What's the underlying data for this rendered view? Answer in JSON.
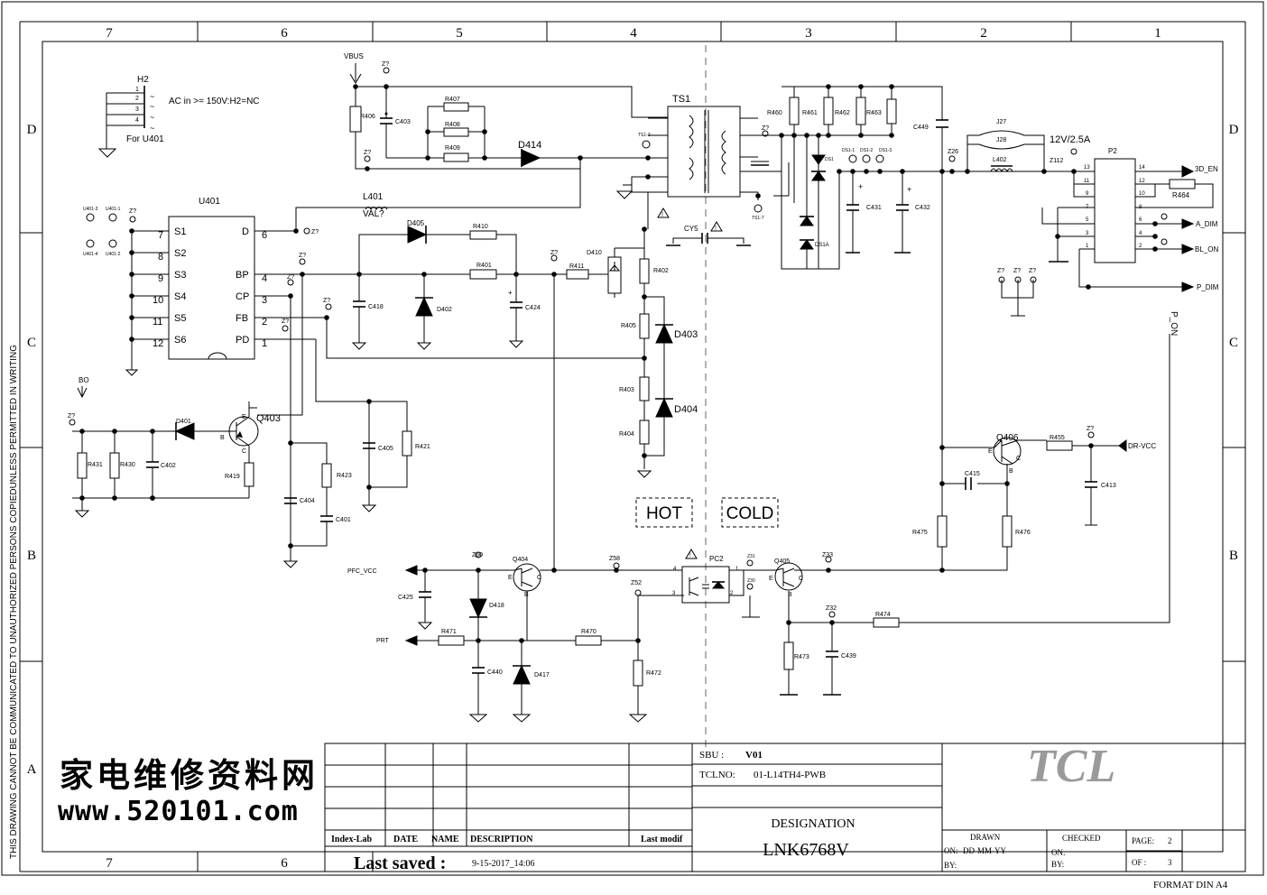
{
  "frame": {
    "columns": [
      "7",
      "6",
      "5",
      "4",
      "3",
      "2",
      "1"
    ],
    "rows": [
      "D",
      "C",
      "B",
      "A"
    ],
    "side_note": "THIS DRAWING CANNOT BE COMMUNICATED TO UNAUTHORIZED PERSONS COPIEDUNLESS  PERMITTED IN WRITING"
  },
  "zones": {
    "hot": "HOT",
    "cold": "COLD"
  },
  "notes": {
    "h2_note": "AC in >= 150V:H2=NC",
    "h2_for": "For U401",
    "l401_val": "VAL?"
  },
  "connector_h2": {
    "ref": "H2",
    "pins": [
      "1",
      "2",
      "3",
      "4"
    ]
  },
  "u401": {
    "ref": "U401",
    "left_pins": [
      {
        "name": "S1",
        "num": "7"
      },
      {
        "name": "S2",
        "num": "8"
      },
      {
        "name": "S3",
        "num": "9"
      },
      {
        "name": "S4",
        "num": "10"
      },
      {
        "name": "S5",
        "num": "11"
      },
      {
        "name": "S6",
        "num": "12"
      }
    ],
    "right_pins": [
      {
        "name": "D",
        "num": "6"
      },
      {
        "name": "BP",
        "num": "4"
      },
      {
        "name": "CP",
        "num": "3"
      },
      {
        "name": "FB",
        "num": "2"
      },
      {
        "name": "PD",
        "num": "1"
      }
    ],
    "test_points": [
      "U401-3",
      "U401-1",
      "U401-4",
      "U401-2"
    ]
  },
  "nets": {
    "vbus": "VBUS",
    "bo": "BO",
    "pfc_vcc": "PFC_VCC",
    "prt": "PRT",
    "out_12v": "12V/2.5A",
    "en3d": "3D_EN",
    "a_dim": "A_DIM",
    "bl_on": "BL_ON",
    "p_dim": "P_DIM",
    "p_on": "P_ON",
    "dr_vcc": "DR-VCC"
  },
  "components": {
    "transformer": "TS1",
    "tp_ts13": "TS1-3",
    "tp_ts17": "TS1-7",
    "cy5": "CY5",
    "l401": "L401",
    "l402": "L402",
    "j27": "J27",
    "j28": "J28",
    "p2": "P2",
    "pc2": "PC2",
    "q403": "Q403",
    "q404": "Q404",
    "q405": "Q405",
    "q406": "Q406",
    "d414": "D414",
    "d405": "D405",
    "d402": "D402",
    "d410": "D410",
    "d403": "D403",
    "d404": "D404",
    "d401": "D401",
    "d418": "D418",
    "d417": "D417",
    "ds1": "DS1",
    "ds1a": "DS1A",
    "ds11": "DS1-1",
    "ds12": "DS1-2",
    "ds13": "DS1-3",
    "r406": "R406",
    "r407": "R407",
    "r408": "R408",
    "r409": "R409",
    "r410": "R410",
    "r401": "R401",
    "r411": "R411",
    "r402": "R402",
    "r405": "R405",
    "r403": "R403",
    "r404": "R404",
    "r431": "R431",
    "r430": "R430",
    "r419": "R419",
    "r423": "R423",
    "r421": "R421",
    "r460": "R460",
    "r461": "R461",
    "r462": "R462",
    "r463": "R463",
    "r464": "R464",
    "r455": "R455",
    "r475": "R475",
    "r476": "R476",
    "r471": "R471",
    "r470": "R470",
    "r472": "R472",
    "r473": "R473",
    "r474": "R474",
    "c403": "C403",
    "c418": "C418",
    "c424": "C424",
    "c402": "C402",
    "c404": "C404",
    "c401": "C401",
    "c405": "C405",
    "c431": "C431",
    "c432": "C432",
    "c449": "C449",
    "c415": "C415",
    "c413": "C413",
    "c425": "C425",
    "c440": "C440",
    "c439": "C439",
    "z26": "Z26",
    "z112": "Z112",
    "z60": "Z60",
    "z58": "Z58",
    "z52": "Z52",
    "z33": "Z33",
    "z32": "Z32",
    "z31": "Z31",
    "z30": "Z30",
    "zq": "Z?"
  },
  "p2_pins": {
    "left": [
      "13",
      "11",
      "9",
      "7",
      "5",
      "3",
      "1"
    ],
    "right": [
      "14",
      "12",
      "10",
      "8",
      "6",
      "4",
      "2"
    ]
  },
  "pc2_pins": [
    "4",
    "3",
    "1",
    "2"
  ],
  "title_block": {
    "sbu_label": "SBU :",
    "sbu_value": "V01",
    "tclno_label": "TCLNO:",
    "tclno_value": "01-L14TH4-PWB",
    "logo": "TCL",
    "col_index": "Index-Lab",
    "col_date": "DATE",
    "col_name": "NAME",
    "col_desc": "DESCRIPTION",
    "col_lastmod": "Last modif",
    "last_saved_label": "Last saved :",
    "last_saved_value": "9-15-2017_14:06",
    "designation_label": "DESIGNATION",
    "designation_value": "LNK6768V",
    "drawn": "DRAWN",
    "on": "ON:",
    "on_value": "DD-MM-YY",
    "by": "BY:",
    "checked": "CHECKED",
    "page_label": "PAGE:",
    "page_value": "2",
    "of_label": "OF  :",
    "of_value": "3",
    "format": "FORMAT DIN A4"
  },
  "watermark": {
    "line1": "家电维修资料网",
    "line2": "www.520101.com"
  }
}
